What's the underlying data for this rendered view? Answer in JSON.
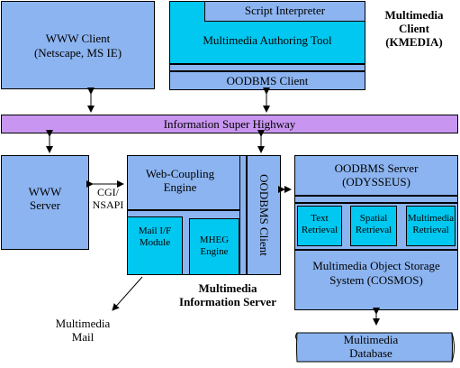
{
  "multimedia_client": {
    "title": "Multimedia Client (KMEDIA)",
    "script_interpreter": "Script Interpreter",
    "authoring_tool": "Multimedia Authoring Tool",
    "oodbms_client": "OODBMS Client"
  },
  "www_client": {
    "title": "WWW Client",
    "subtitle": "(Netscape, MS IE)"
  },
  "highway": {
    "label": "Information Super Highway"
  },
  "www_server": {
    "label": "WWW Server"
  },
  "cgi_label": "CGI/ NSAPI",
  "info_server": {
    "title": "Multimedia Information Server",
    "web_coupling": "Web-Coupling Engine",
    "mail_module": "Mail I/F Module",
    "mheg_engine": "MHEG Engine",
    "oodbms_client_vertical": "OODBMS Client"
  },
  "oodbms_server": {
    "title": "OODBMS Server (ODYSSEUS)",
    "text_retrieval": "Text Retrieval",
    "spatial_retrieval": "Spatial Retrieval",
    "multimedia_retrieval": "Multimedia Retrieval",
    "storage": "Multimedia Object Storage System (COSMOS)"
  },
  "database": {
    "label": "Multimedia Database"
  },
  "multimedia_mail": "Multimedia Mail",
  "colors": {
    "box_blue": "#8cb4f0",
    "box_cyan": "#00c8f0",
    "highway_purple": "#c896f0"
  }
}
